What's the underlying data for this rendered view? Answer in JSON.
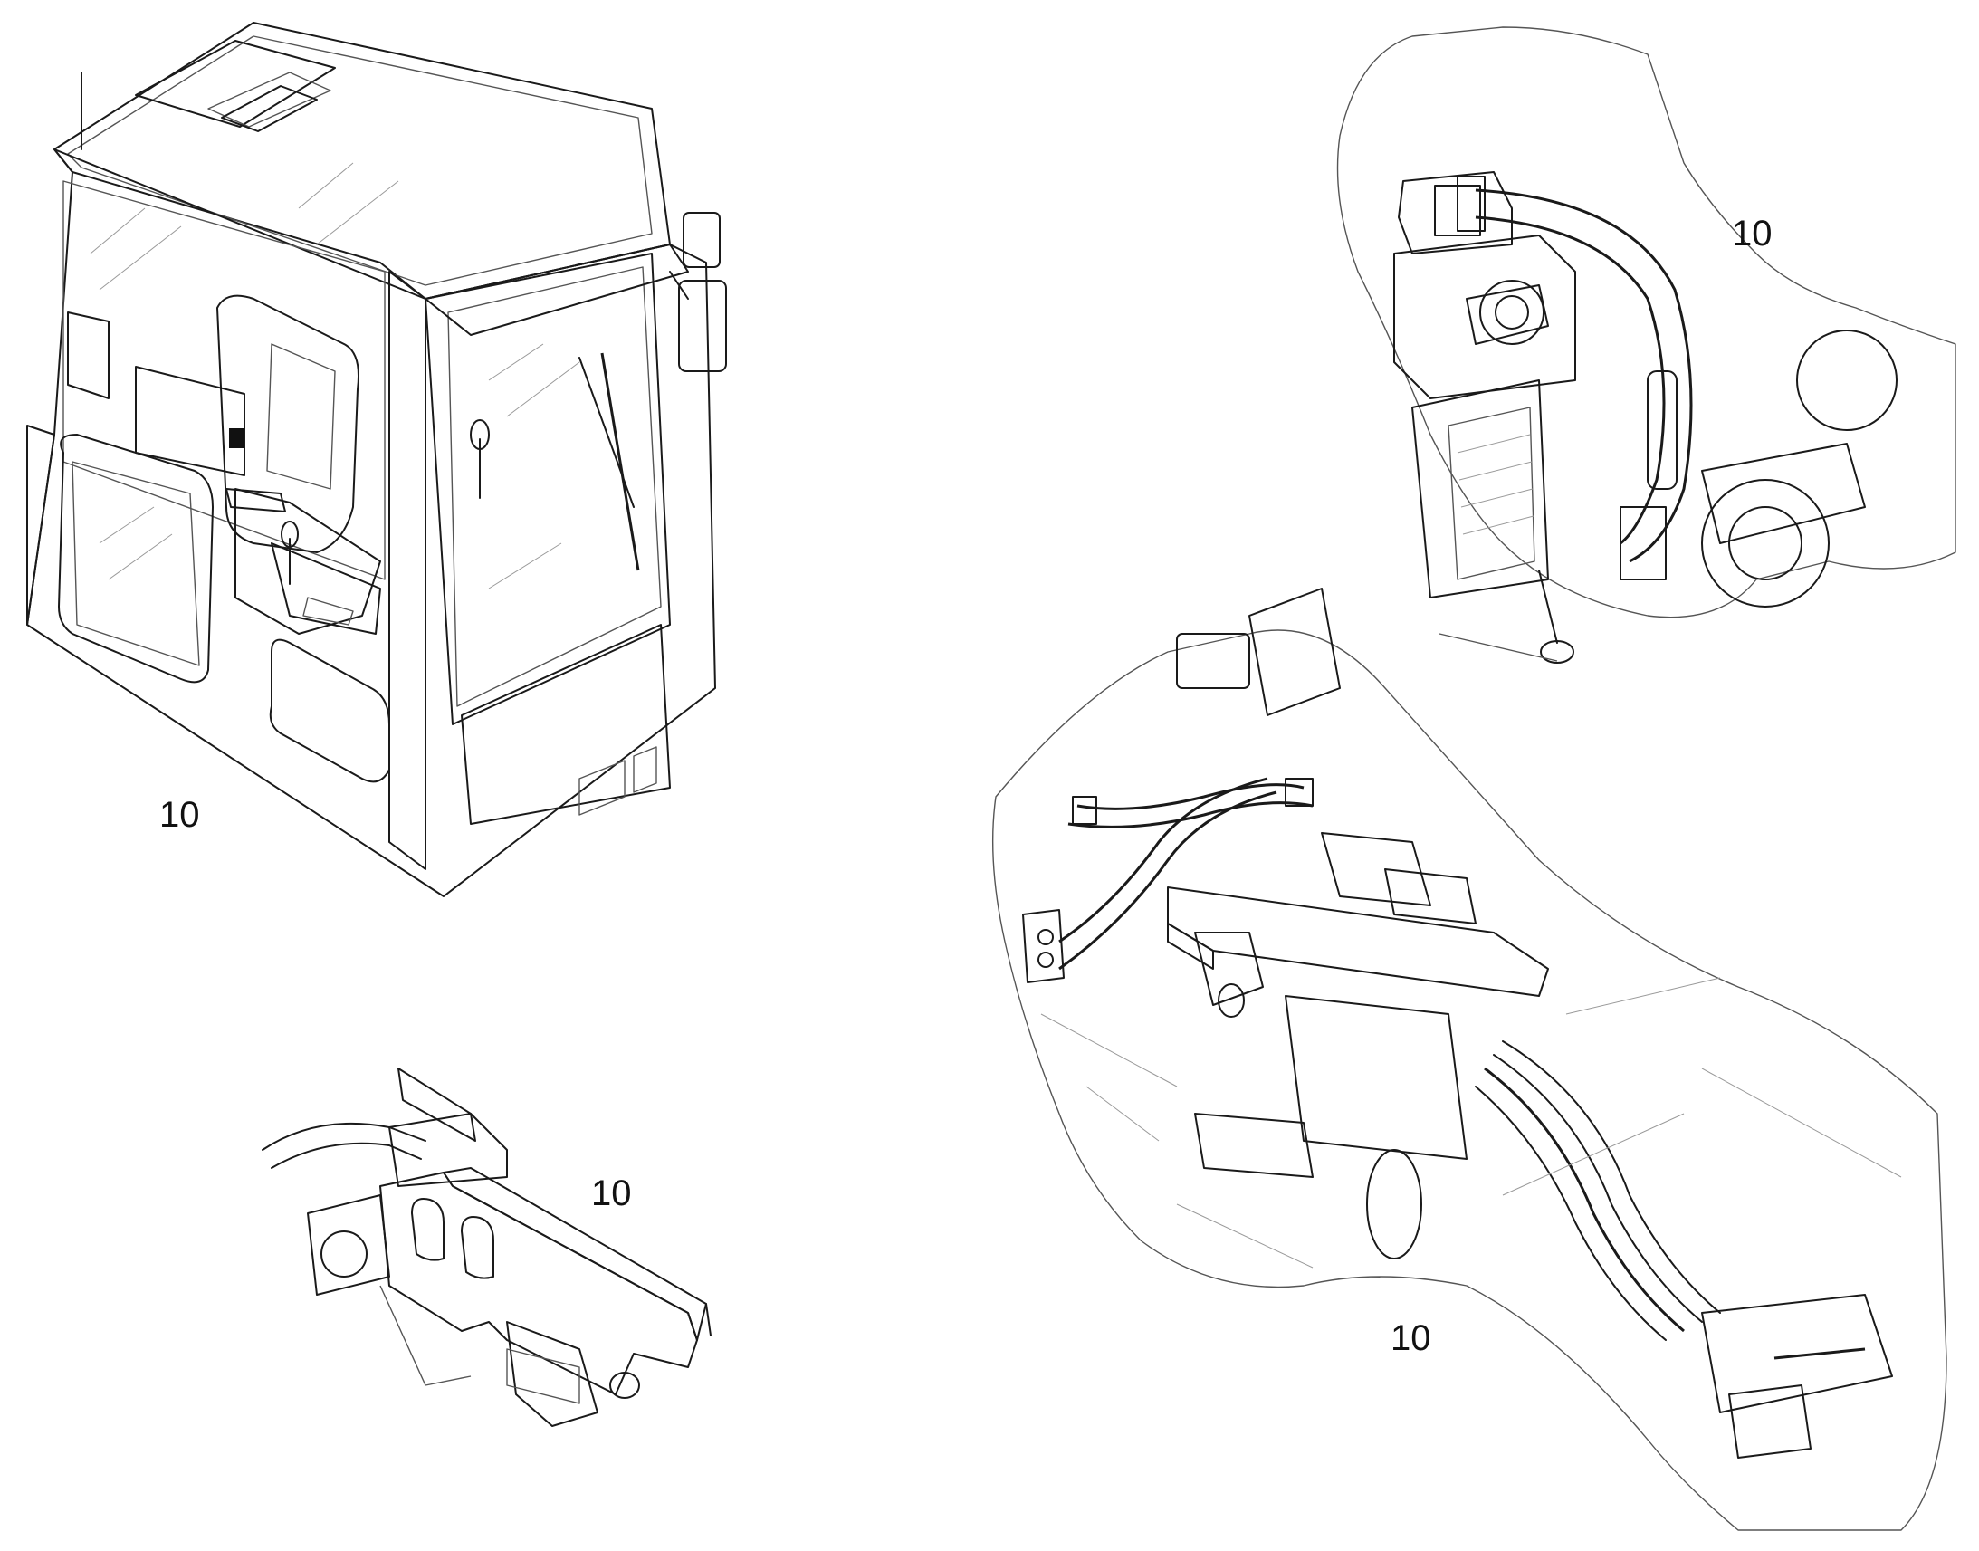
{
  "callouts": [
    {
      "id": "cab",
      "label": "10"
    },
    {
      "id": "pump",
      "label": "10"
    },
    {
      "id": "bracket",
      "label": "10"
    },
    {
      "id": "valve",
      "label": "10"
    }
  ]
}
